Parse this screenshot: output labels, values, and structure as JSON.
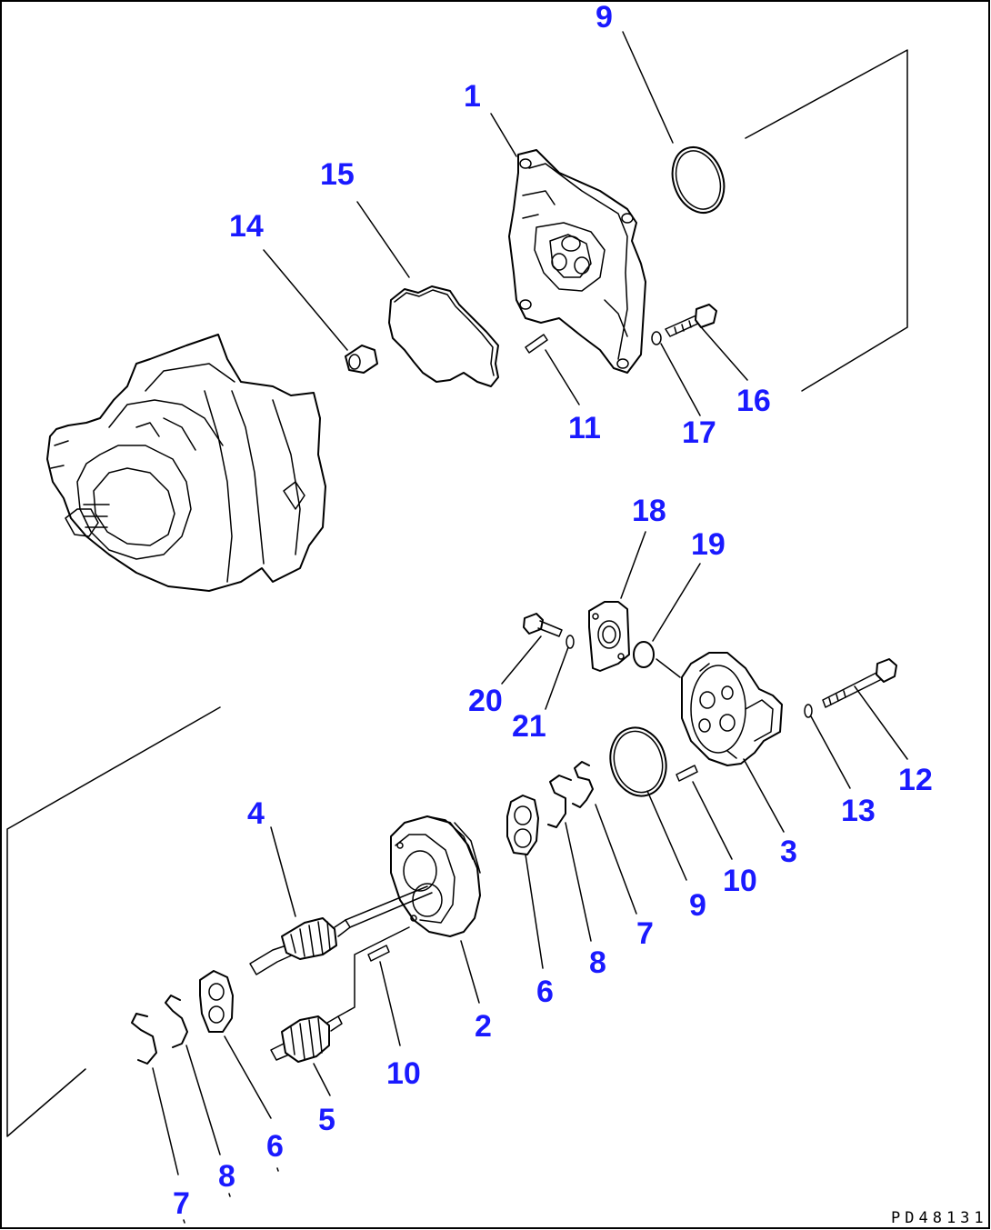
{
  "labels": {
    "p1": "1",
    "p2": "2",
    "p3": "3",
    "p4": "4",
    "p5": "5",
    "p6a": "6",
    "p6b": "6",
    "p7a": "7",
    "p7b": "7",
    "p8a": "8",
    "p8b": "8",
    "p9a": "9",
    "p9b": "9",
    "p10a": "10",
    "p10b": "10",
    "p11": "11",
    "p12": "12",
    "p13": "13",
    "p14": "14",
    "p15": "15",
    "p16": "16",
    "p17": "17",
    "p18": "18",
    "p19": "19",
    "p20": "20",
    "p21": "21"
  },
  "drawing_code": "PD48131",
  "colors": {
    "label": "#1a1aff",
    "line": "#000000",
    "background": "#ffffff"
  }
}
